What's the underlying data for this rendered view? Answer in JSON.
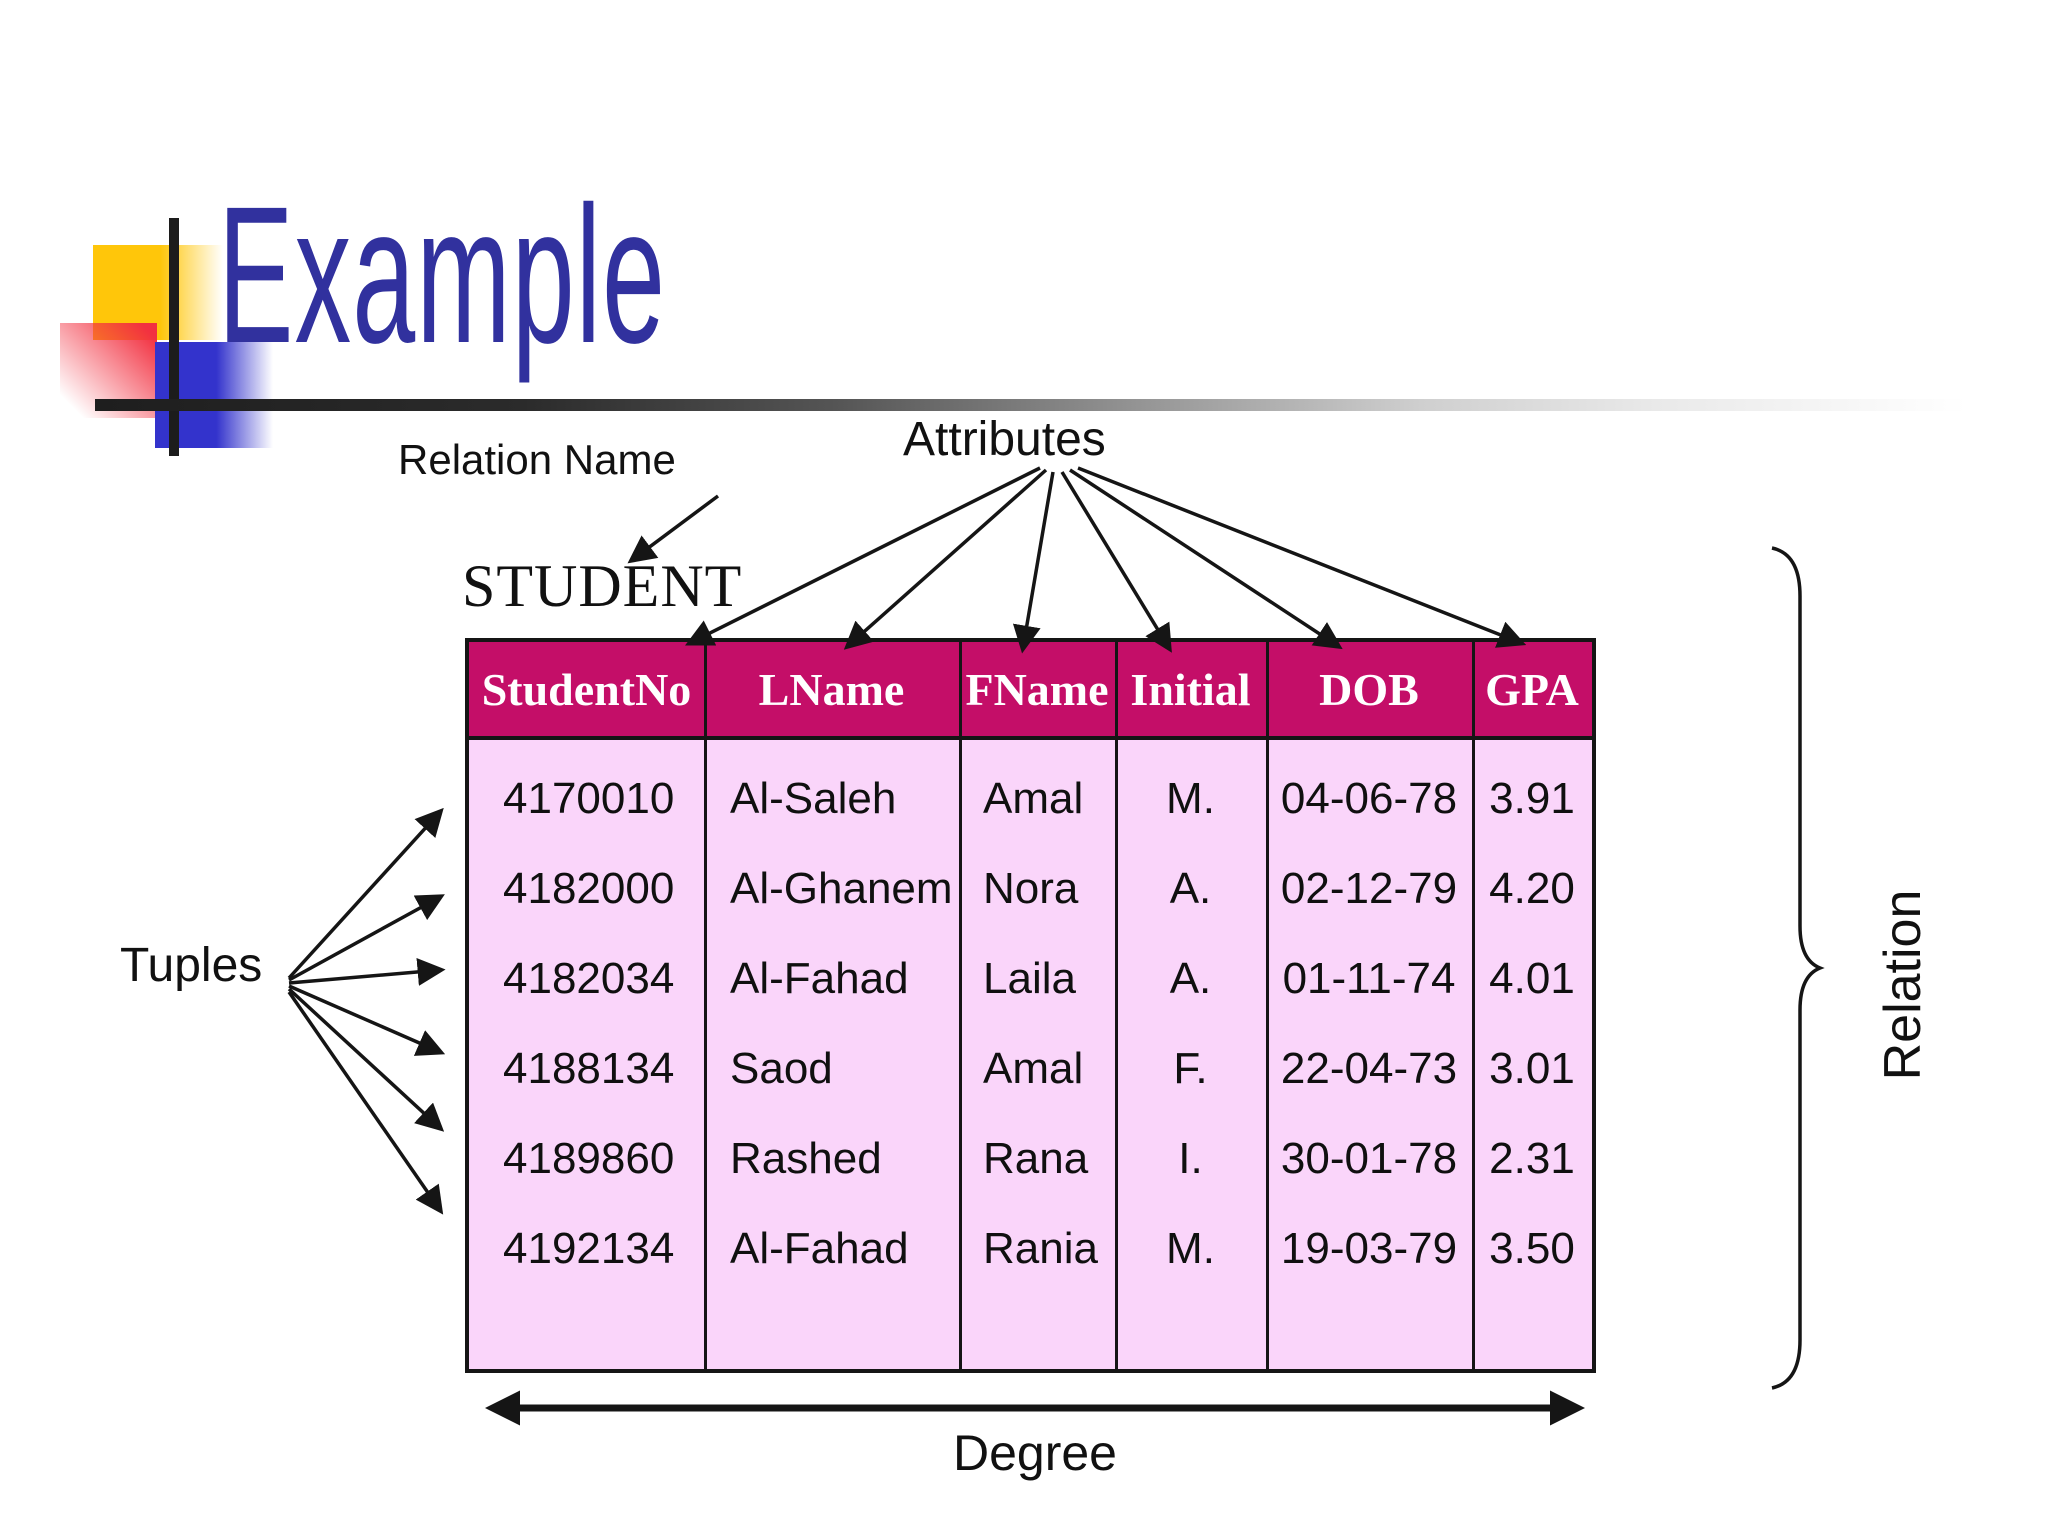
{
  "slide": {
    "title": "Example",
    "labels": {
      "relation_name": "Relation Name",
      "attributes": "Attributes",
      "tuples": "Tuples",
      "degree": "Degree",
      "relation": "Relation"
    },
    "table": {
      "name": "STUDENT",
      "columns": [
        "StudentNo",
        "LName",
        "FName",
        "Initial",
        "DOB",
        "GPA"
      ],
      "rows": [
        [
          "4170010",
          "Al-Saleh",
          "Amal",
          "M.",
          "04-06-78",
          "3.91"
        ],
        [
          "4182000",
          "Al-Ghanem",
          "Nora",
          "A.",
          "02-12-79",
          "4.20"
        ],
        [
          "4182034",
          "Al-Fahad",
          "Laila",
          "A.",
          "01-11-74",
          "4.01"
        ],
        [
          "4188134",
          "Saod",
          "Amal",
          "F.",
          "22-04-73",
          "3.01"
        ],
        [
          "4189860",
          "Rashed",
          "Rana",
          "I.",
          "30-01-78",
          "2.31"
        ],
        [
          "4192134",
          "Al-Fahad",
          "Rania",
          "M.",
          "19-03-79",
          "3.50"
        ]
      ]
    },
    "colors": {
      "title": "#31319E",
      "header_bg": "#C40E68",
      "header_text": "#FFFFFF",
      "body_bg": "#FAD5FA",
      "accent_yellow": "#FFC60A",
      "accent_red": "#F23040",
      "accent_blue": "#3333CC"
    }
  }
}
